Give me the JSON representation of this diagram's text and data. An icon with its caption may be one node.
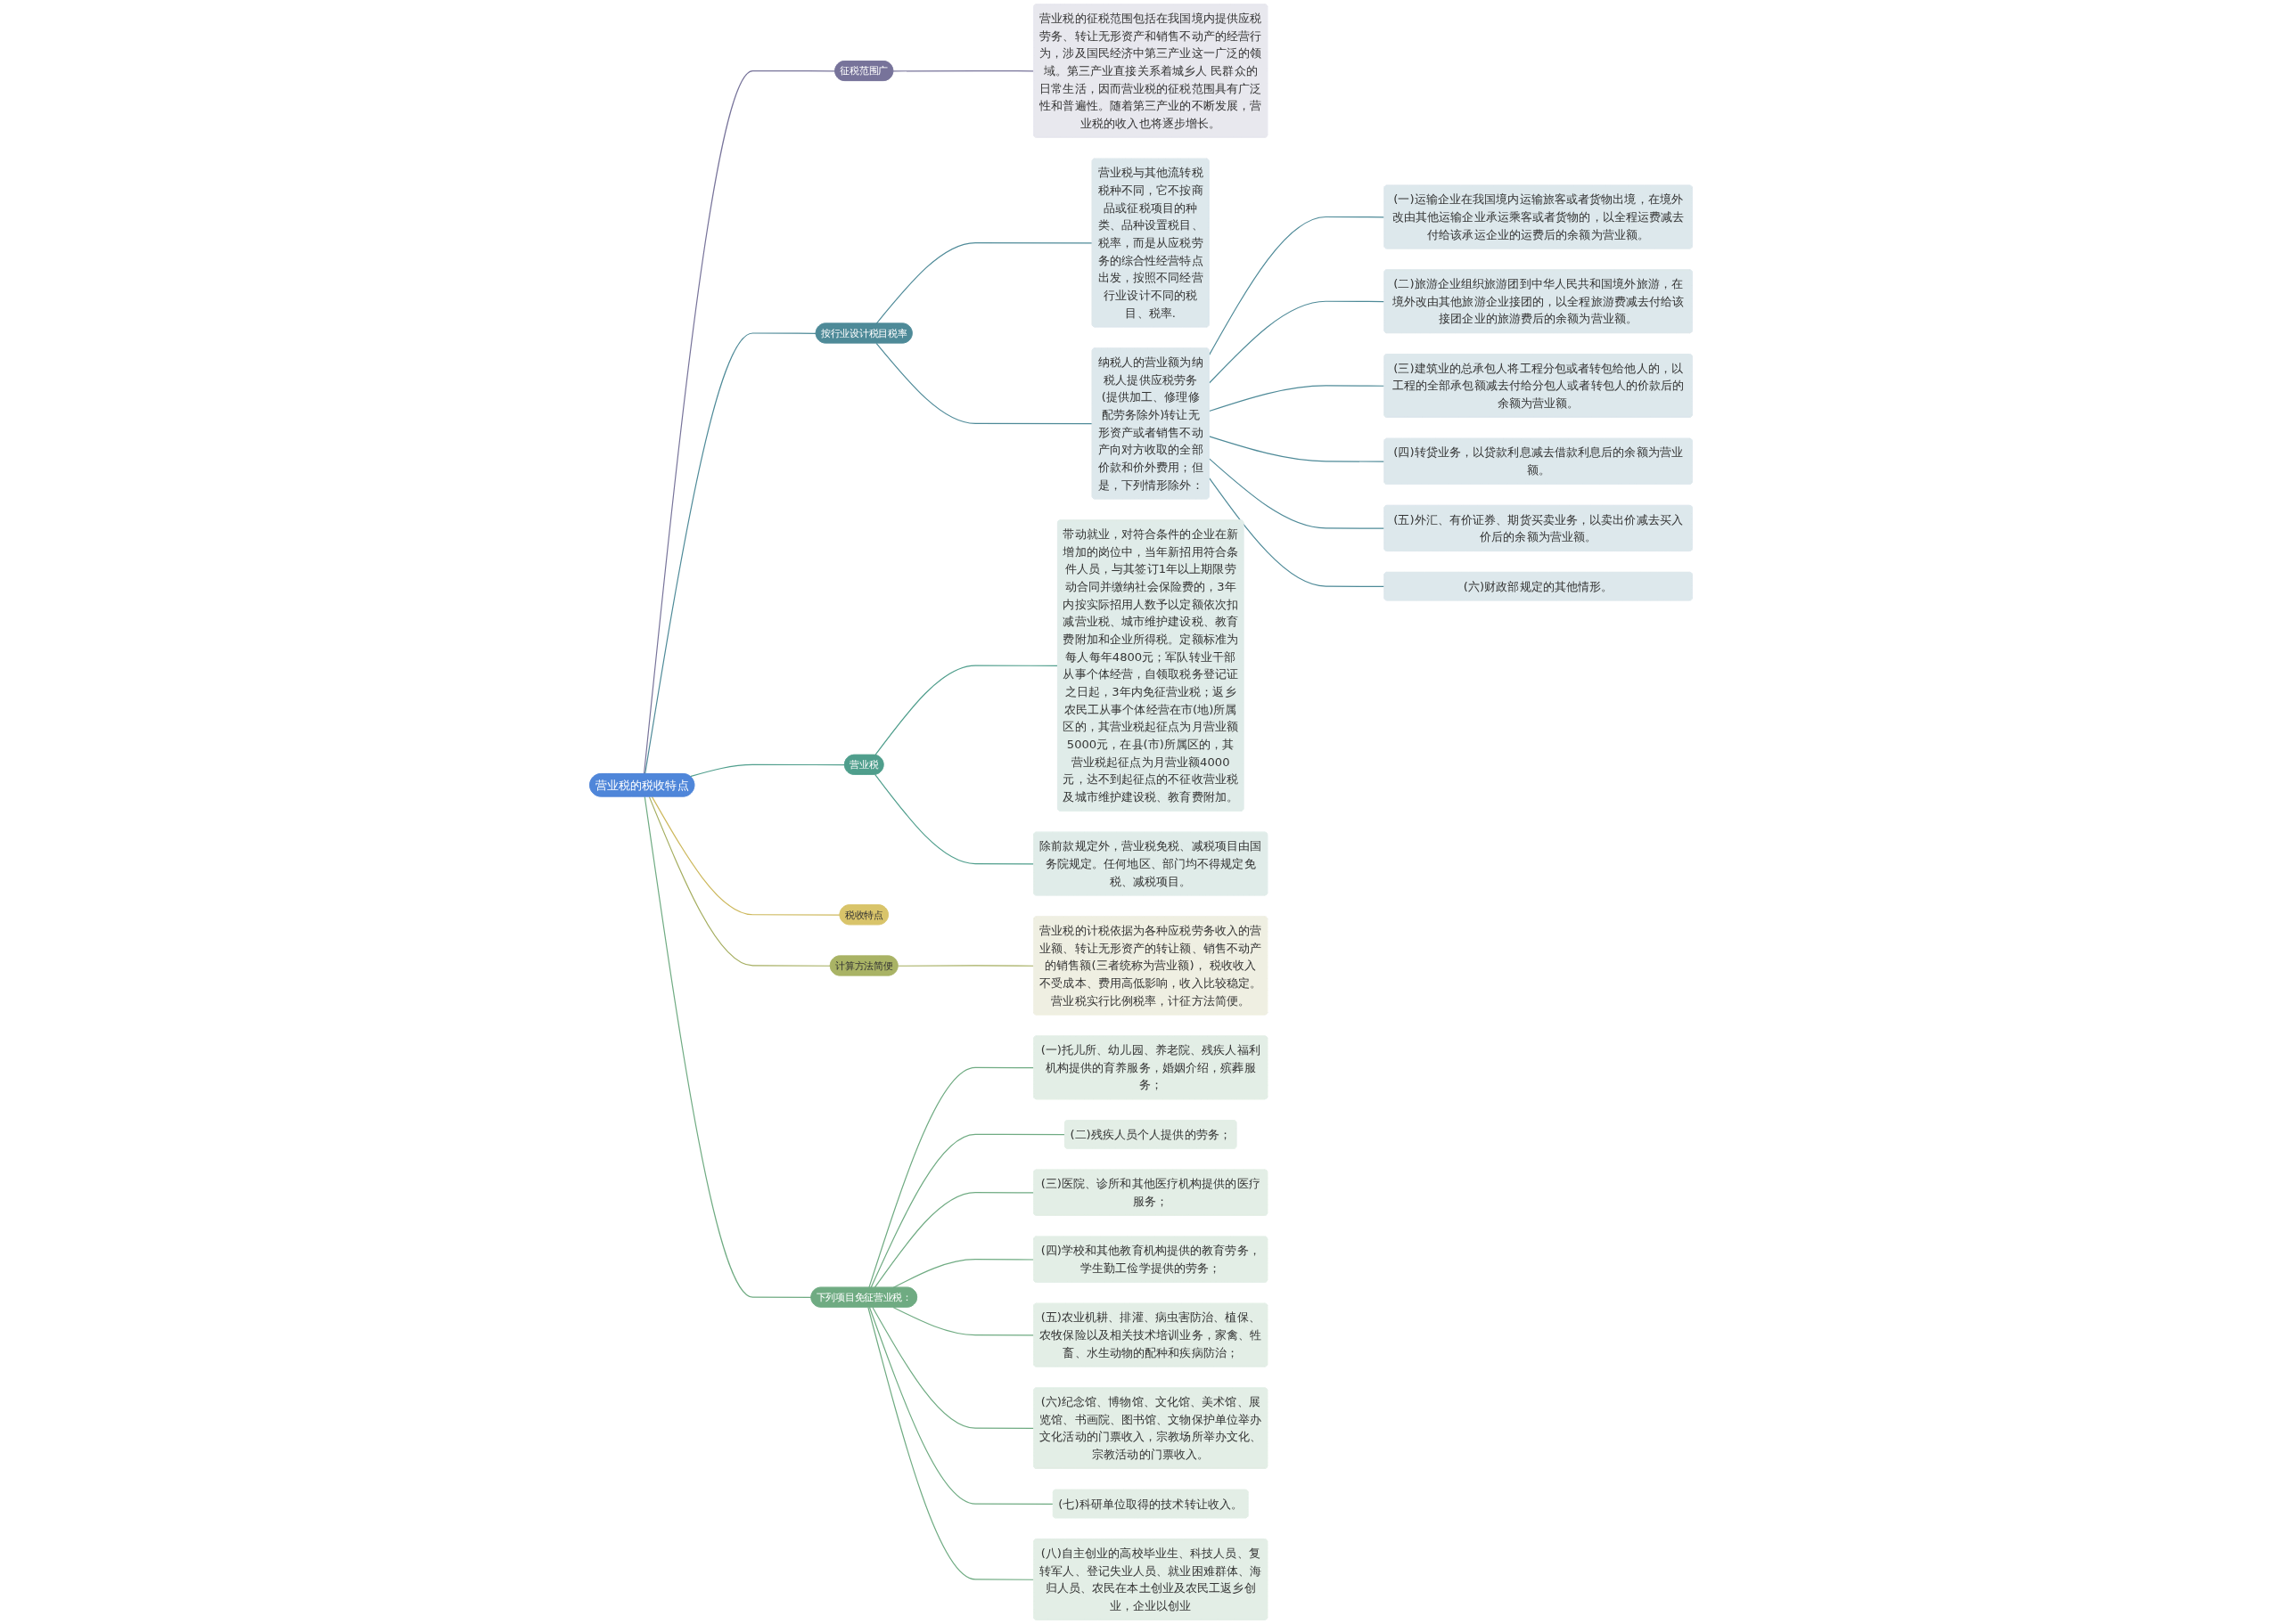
{
  "diagram": {
    "nodes": [
      {
        "text": [
          "营业税的税收特点"
        ]
      },
      {
        "text": [
          "征税范围广"
        ]
      },
      {
        "text": [
          "营业税的征税范围包括在我国境内提供应税劳务、转让无形资产和销售不动产的经营行为，涉及国民经济中第三产业这一广泛的领域。第三产业直接关系着城乡人 民群众的日常生活，因而营业税的征税范围具有广泛性和普遍性。随着第三产业的不断发展，营业税的收入也将逐步增长。"
        ]
      },
      {
        "text": [
          "按行业设计税目税率"
        ]
      },
      {
        "text": [
          "营业税与其他流转税税种不同，它不按商品或征税项目的种类、品种设置税目、税率，而是从应税劳务的综合性经营特点出发，按照不同经营行业设计不同的税目、税率."
        ]
      },
      {
        "text": [
          "纳税人的营业额为纳税人提供应税劳务(提供加工、修理修配劳务除外)转让无形资产或者销售不动产向对方收取的全部价款和价外费用；但是，下列情形除外："
        ]
      },
      {
        "text": [
          "(一)运输企业在我国境内运输旅客或者货物出境，在境外改由其他运输企业承运乘客或者货物的，以全程运费减去付给该承运企业的运费后的余额为营业额。"
        ]
      },
      {
        "text": [
          "(二)旅游企业组织旅游团到中华人民共和国境外旅游，在境外改由其他旅游企业接团的，以全程旅游费减去付给该接团企业的旅游费后的余额为营业额。"
        ]
      },
      {
        "text": [
          "(三)建筑业的总承包人将工程分包或者转包给他人的，以工程的全部承包额减去付给分包人或者转包人的价款后的余额为营业额。"
        ]
      },
      {
        "text": [
          "(四)转贷业务，以贷款利息减去借款利息后的余额为营业额。"
        ]
      },
      {
        "text": [
          "(五)外汇、有价证券、期货买卖业务，以卖出价减去买入价后的余额为营业额。"
        ]
      },
      {
        "text": [
          "(六)财政部规定的其他情形。"
        ]
      },
      {
        "text": [
          "营业税"
        ]
      },
      {
        "text": [
          "带动就业，对符合条件的企业在新增加的岗位中，当年新招用符合条件人员，与其签订1年以上期限劳动合同并缴纳社会保险费的，3年内按实际招用人数予以定额依次扣减营业税、城市维护建设税、教育费附加和企业所得税。定额标准为每人每年4800元；军队转业干部从事个体经营，自领取税务登记证之日起，3年内免征营业税；返乡农民工从事个体经营在市(地)所属区的，其营业税起征点为月营业额5000元，在县(市)所属区的，其营业税起征点为月营业额4000元，达不到起征点的不征收营业税及城市维护建设税、教育费附加。"
        ]
      },
      {
        "text": [
          "除前款规定外，营业税免税、减税项目由国务院规定。任何地区、部门均不得规定免税、减税项目。"
        ]
      },
      {
        "text": [
          "税收特点"
        ]
      },
      {
        "text": [
          "计算方法简便"
        ]
      },
      {
        "text": [
          "营业税的计税依据为各种应税劳务收入的营业额、转让无形资产的转让额、销售不动产的销售额(三者统称为营业额)， 税收收入不受成本、费用高低影响，收入比较稳定。营业税实行比例税率，计征方法简便。"
        ]
      },
      {
        "text": [
          "下列项目免征营业税："
        ]
      },
      {
        "text": [
          "(一)托儿所、幼儿园、养老院、残疾人福利机构提供的育养服务，婚姻介绍，殡葬服务；"
        ]
      },
      {
        "text": [
          "(二)残疾人员个人提供的劳务；"
        ]
      },
      {
        "text": [
          "(三)医院、诊所和其他医疗机构提供的医疗服务；"
        ]
      },
      {
        "text": [
          "(四)学校和其他教育机构提供的教育劳务，学生勤工俭学提供的劳务；"
        ]
      },
      {
        "text": [
          "(五)农业机耕、排灌、病虫害防治、植保、农牧保险以及相关技术培训业务，家禽、牲畜、水生动物的配种和疾病防治；"
        ]
      },
      {
        "text": [
          "(六)纪念馆、博物馆、文化馆、美术馆、展览馆、书画院、图书馆、文物保护单位举办文化活动的门票收入，宗教场所举办文化、宗教活动的门票收入。"
        ]
      },
      {
        "text": [
          "(七)科研单位取得的技术转让收入。"
        ]
      },
      {
        "text": [
          "(八)自主创业的高校毕业生、科技人员、复转军人、登记失业人员、就业困难群体、海归人员、农民在本土创业及农民工返乡创业，企业以创业"
        ]
      }
    ],
    "edges": [
      {
        "from": 0,
        "to": 1,
        "arrow": "none",
        "color": "#77739a"
      },
      {
        "from": 1,
        "to": 2,
        "arrow": "none",
        "color": "#77739a"
      },
      {
        "from": 0,
        "to": 3,
        "arrow": "none",
        "color": "#4e8a98"
      },
      {
        "from": 3,
        "to": 4,
        "arrow": "none",
        "color": "#4e8a98"
      },
      {
        "from": 3,
        "to": 5,
        "arrow": "none",
        "color": "#4e8a98"
      },
      {
        "from": 5,
        "to": 6,
        "arrow": "none",
        "color": "#4e8a98"
      },
      {
        "from": 5,
        "to": 7,
        "arrow": "none",
        "color": "#4e8a98"
      },
      {
        "from": 5,
        "to": 8,
        "arrow": "none",
        "color": "#4e8a98"
      },
      {
        "from": 5,
        "to": 9,
        "arrow": "none",
        "color": "#4e8a98"
      },
      {
        "from": 5,
        "to": 10,
        "arrow": "none",
        "color": "#4e8a98"
      },
      {
        "from": 5,
        "to": 11,
        "arrow": "none",
        "color": "#4e8a98"
      },
      {
        "from": 0,
        "to": 12,
        "arrow": "none",
        "color": "#4f9e8c"
      },
      {
        "from": 12,
        "to": 13,
        "arrow": "none",
        "color": "#4f9e8c"
      },
      {
        "from": 12,
        "to": 14,
        "arrow": "none",
        "color": "#4f9e8c"
      },
      {
        "from": 0,
        "to": 15,
        "arrow": "none",
        "color": "#cdb85c"
      },
      {
        "from": 0,
        "to": 16,
        "arrow": "none",
        "color": "#a4ad5e"
      },
      {
        "from": 16,
        "to": 17,
        "arrow": "none",
        "color": "#a4ad5e"
      },
      {
        "from": 0,
        "to": 18,
        "arrow": "none"
      },
      {
        "from": 18,
        "to": 19,
        "arrow": "none"
      },
      {
        "from": 18,
        "to": 20,
        "arrow": "none"
      },
      {
        "from": 18,
        "to": 21,
        "arrow": "none"
      },
      {
        "from": 18,
        "to": 22,
        "arrow": "none"
      },
      {
        "from": 18,
        "to": 23,
        "arrow": "none"
      },
      {
        "from": 18,
        "to": 24,
        "arrow": "none"
      },
      {
        "from": 18,
        "to": 25,
        "arrow": "none"
      },
      {
        "from": 18,
        "to": 26,
        "arrow": "none"
      }
    ]
  }
}
